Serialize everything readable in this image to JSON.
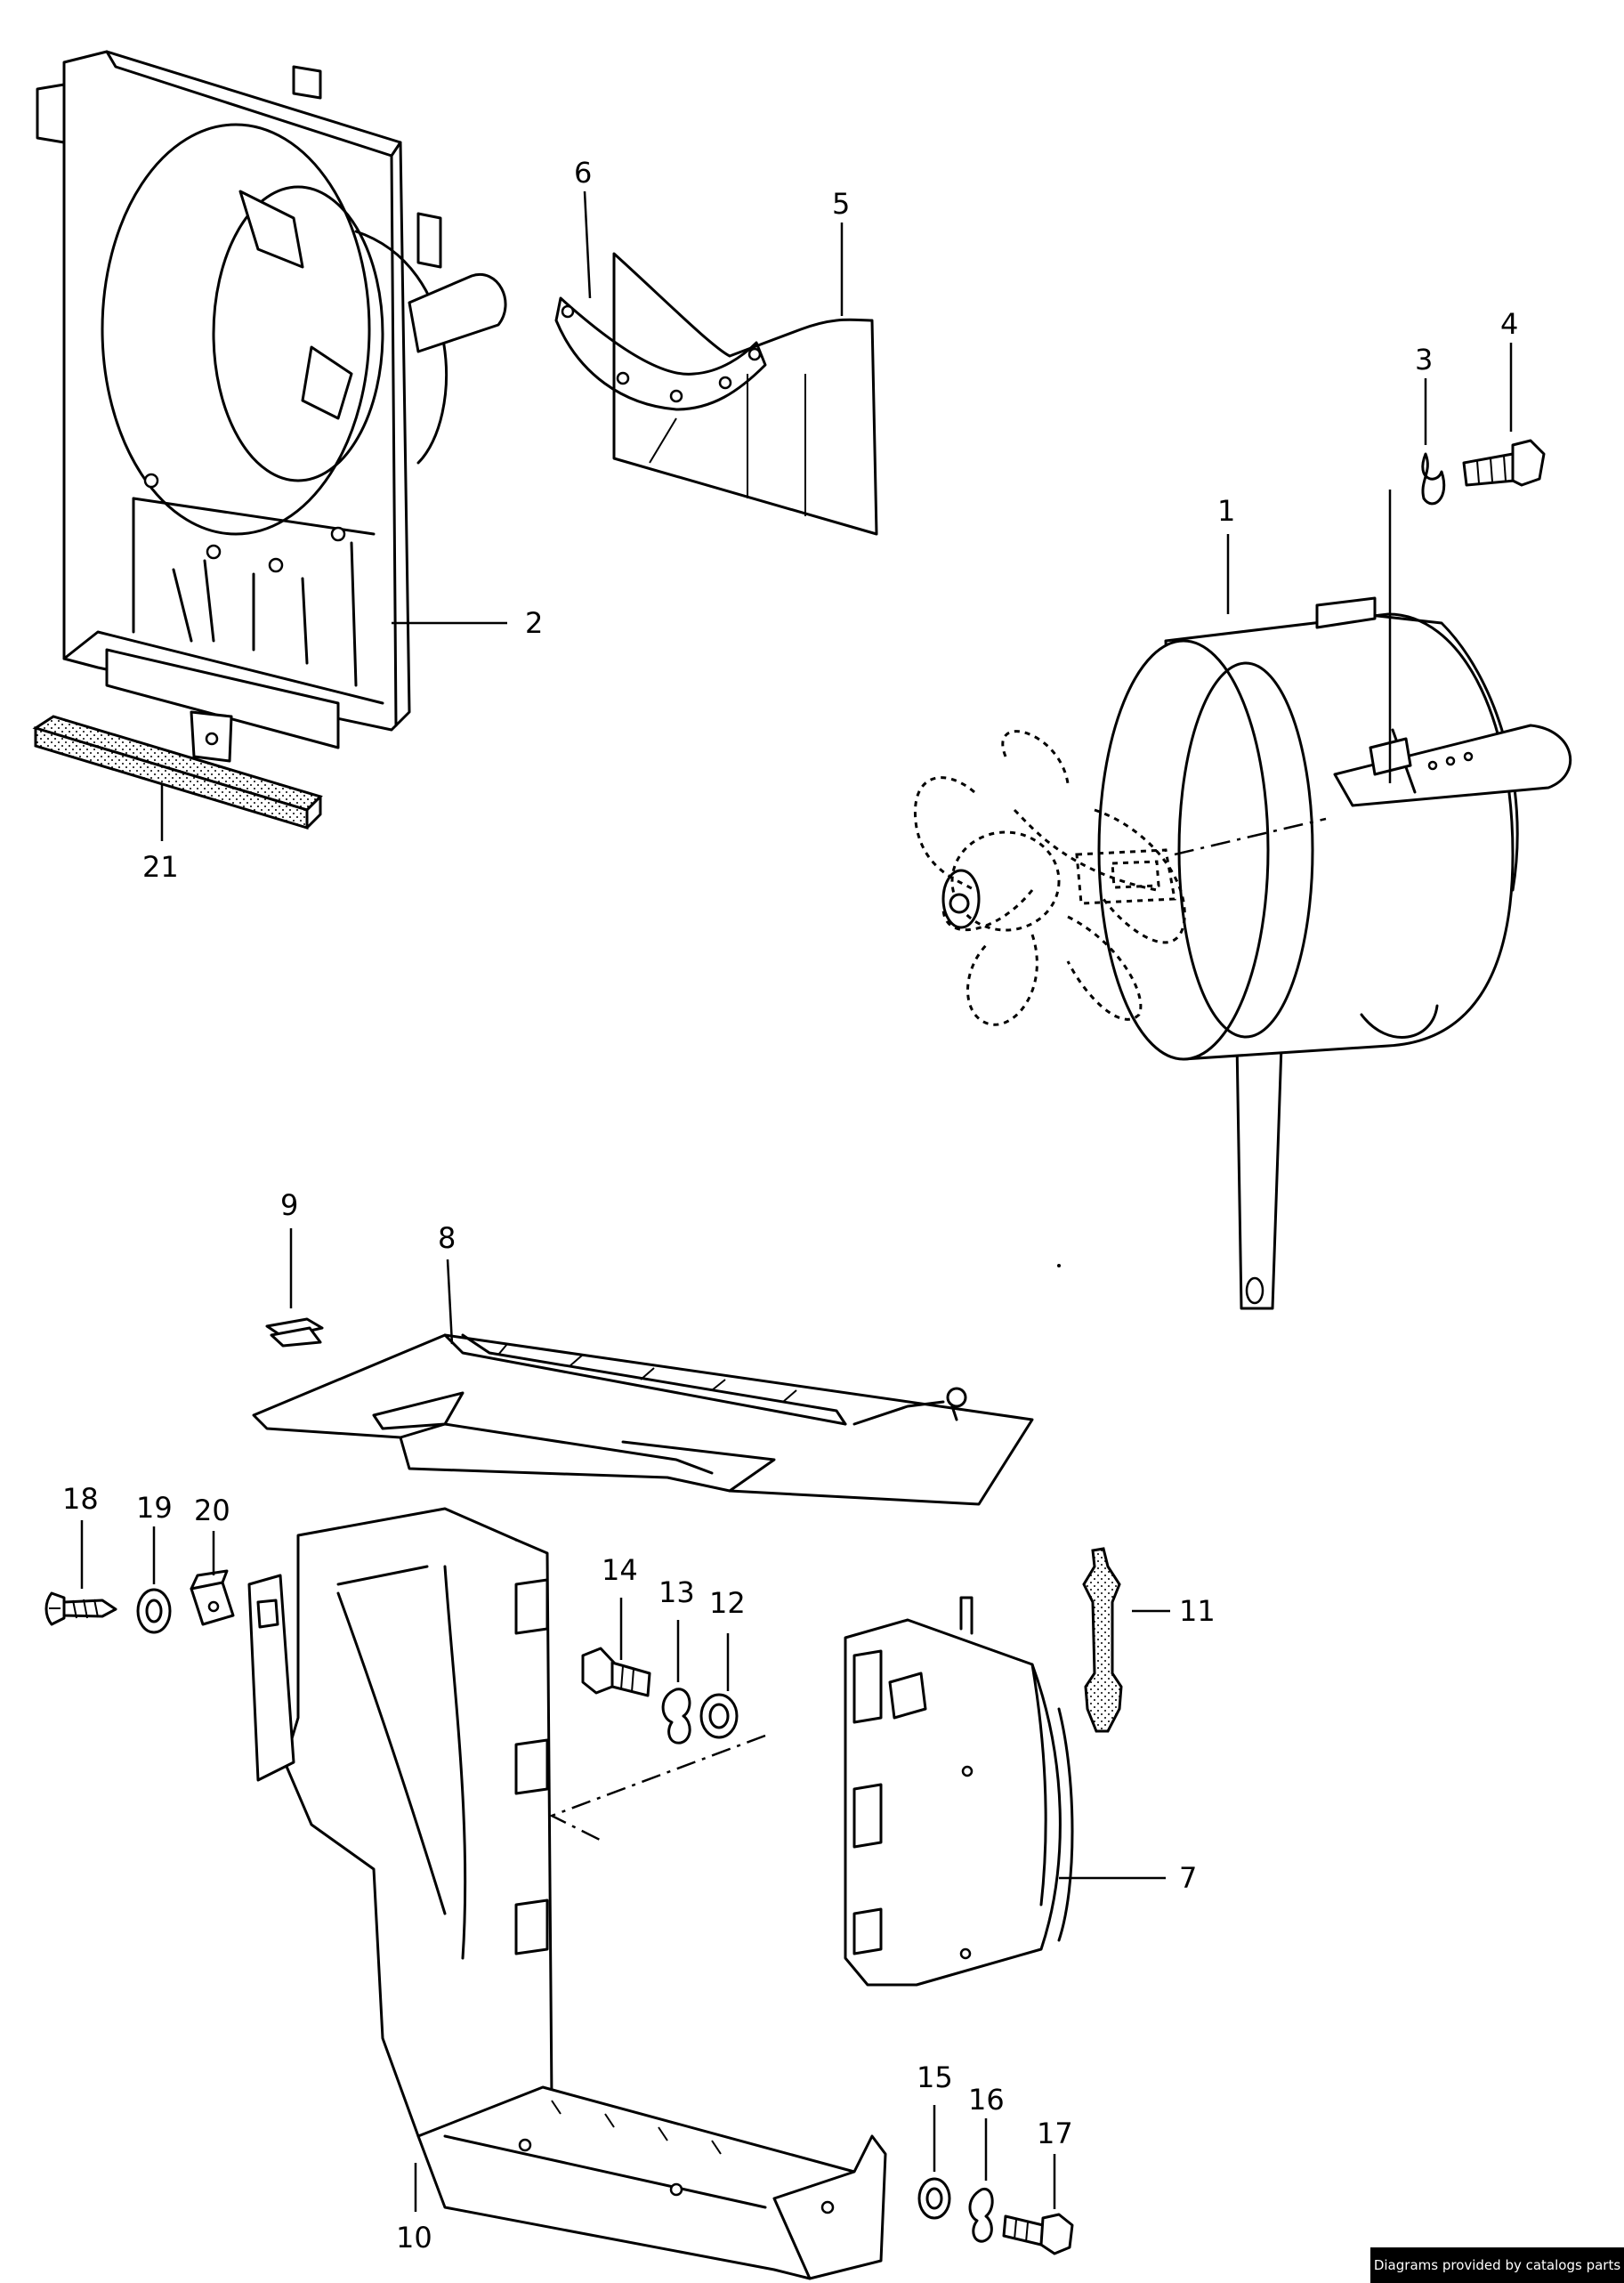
{
  "callouts": [
    {
      "id": "1",
      "label": "1"
    },
    {
      "id": "2",
      "label": "2"
    },
    {
      "id": "3",
      "label": "3"
    },
    {
      "id": "4",
      "label": "4"
    },
    {
      "id": "5",
      "label": "5"
    },
    {
      "id": "6",
      "label": "6"
    },
    {
      "id": "7",
      "label": "7"
    },
    {
      "id": "8",
      "label": "8"
    },
    {
      "id": "9",
      "label": "9"
    },
    {
      "id": "10",
      "label": "10"
    },
    {
      "id": "11",
      "label": "11"
    },
    {
      "id": "12",
      "label": "12"
    },
    {
      "id": "13",
      "label": "13"
    },
    {
      "id": "14",
      "label": "14"
    },
    {
      "id": "15",
      "label": "15"
    },
    {
      "id": "16",
      "label": "16"
    },
    {
      "id": "17",
      "label": "17"
    },
    {
      "id": "18",
      "label": "18"
    },
    {
      "id": "19",
      "label": "19"
    },
    {
      "id": "20",
      "label": "20"
    },
    {
      "id": "21",
      "label": "21"
    }
  ],
  "credit": "Diagrams provided by catalogs parts"
}
